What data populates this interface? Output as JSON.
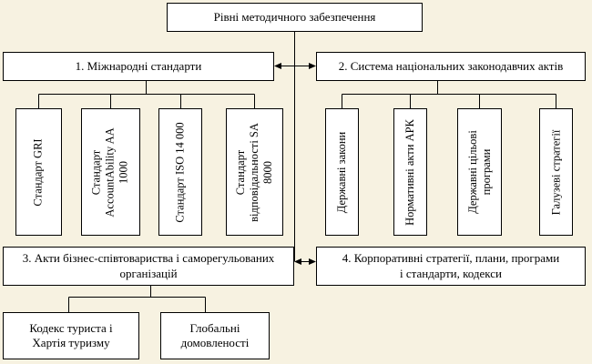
{
  "root": {
    "label": "Рівні методичного забезпечення"
  },
  "levels": {
    "international": {
      "label": "1. Міжнародні стандарти",
      "items": [
        {
          "lines": [
            "Стандарт GRI"
          ]
        },
        {
          "lines": [
            "Стандарт",
            "AccountAbility AA",
            "1000"
          ]
        },
        {
          "lines": [
            "Стандарт ISO 14 000"
          ]
        },
        {
          "lines": [
            "Стандарт",
            "відповідальності SA",
            "8000"
          ]
        }
      ]
    },
    "national": {
      "label": "2. Система національних законодавчих актів",
      "items": [
        {
          "lines": [
            "Державні закони"
          ]
        },
        {
          "lines": [
            "Нормативні акти АРК"
          ]
        },
        {
          "lines": [
            "Державні цільові",
            "програми"
          ]
        },
        {
          "lines": [
            "Галузеві стратегії"
          ]
        }
      ]
    },
    "business": {
      "line1": "3. Акти бізнес-співтовариства і саморегульованих",
      "line2": "організацій",
      "items": [
        {
          "line1": "Кодекс туриста і",
          "line2": "Хартія туризму"
        },
        {
          "line1": "Глобальні",
          "line2": "домовленості"
        }
      ]
    },
    "corporate": {
      "line1": "4. Корпоративні стратегії, плани, програми",
      "line2": "і стандарти, кодекси"
    }
  }
}
